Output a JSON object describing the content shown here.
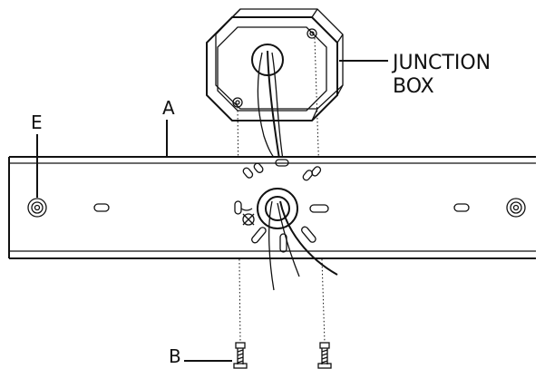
{
  "labels": {
    "junction_line1": "JUNCTION",
    "junction_line2": "BOX",
    "a": "A",
    "e": "E",
    "b": "B"
  },
  "colors": {
    "ink": "#111111",
    "background": "#ffffff"
  }
}
